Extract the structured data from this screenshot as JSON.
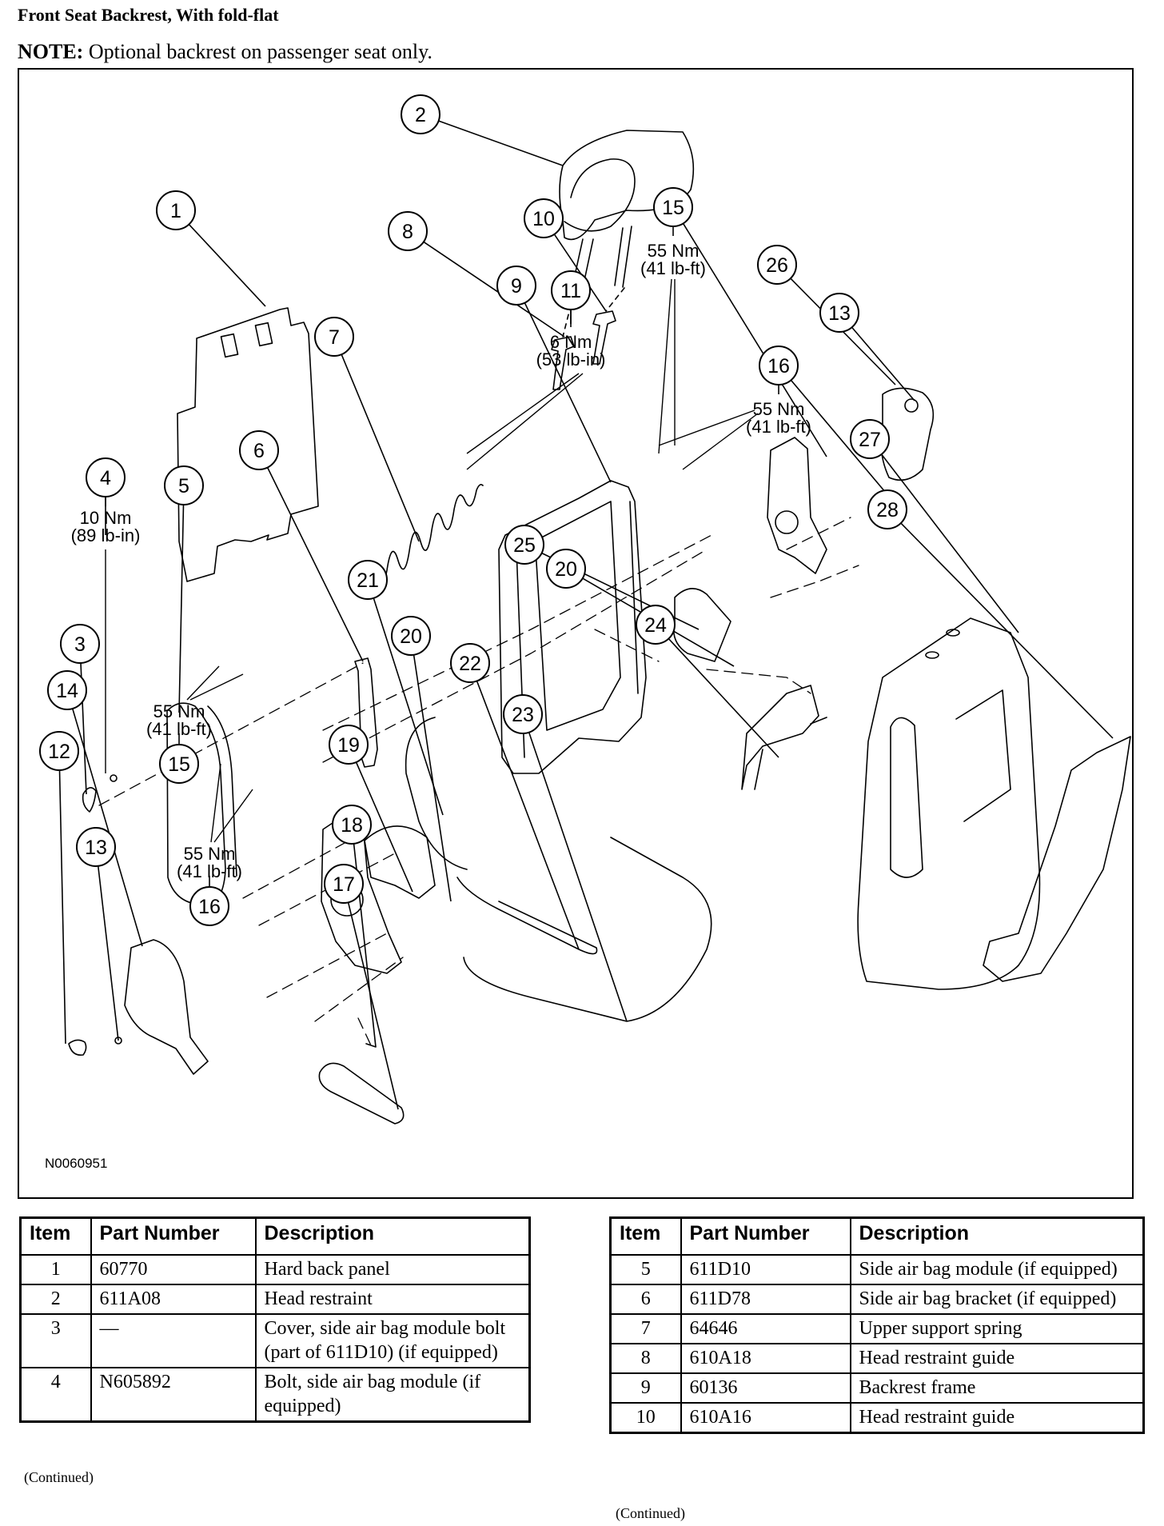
{
  "header": {
    "title": "Front Seat Backrest, With fold-flat",
    "note_label": "NOTE:",
    "note_text": " Optional backrest on passenger seat only."
  },
  "diagram": {
    "figure_id": "N0060951",
    "callouts": [
      {
        "id": "c1",
        "label": "1"
      },
      {
        "id": "c2",
        "label": "2"
      },
      {
        "id": "c3",
        "label": "3"
      },
      {
        "id": "c4",
        "label": "4"
      },
      {
        "id": "c5",
        "label": "5"
      },
      {
        "id": "c6",
        "label": "6"
      },
      {
        "id": "c7",
        "label": "7"
      },
      {
        "id": "c8",
        "label": "8"
      },
      {
        "id": "c9",
        "label": "9"
      },
      {
        "id": "c10",
        "label": "10"
      },
      {
        "id": "c11",
        "label": "11"
      },
      {
        "id": "c12",
        "label": "12"
      },
      {
        "id": "c13a",
        "label": "13"
      },
      {
        "id": "c13b",
        "label": "13"
      },
      {
        "id": "c14",
        "label": "14"
      },
      {
        "id": "c15a",
        "label": "15"
      },
      {
        "id": "c15b",
        "label": "15"
      },
      {
        "id": "c16a",
        "label": "16"
      },
      {
        "id": "c16b",
        "label": "16"
      },
      {
        "id": "c17",
        "label": "17"
      },
      {
        "id": "c18",
        "label": "18"
      },
      {
        "id": "c19",
        "label": "19"
      },
      {
        "id": "c20a",
        "label": "20"
      },
      {
        "id": "c20b",
        "label": "20"
      },
      {
        "id": "c21",
        "label": "21"
      },
      {
        "id": "c22",
        "label": "22"
      },
      {
        "id": "c23",
        "label": "23"
      },
      {
        "id": "c24",
        "label": "24"
      },
      {
        "id": "c25",
        "label": "25"
      },
      {
        "id": "c26",
        "label": "26"
      },
      {
        "id": "c27",
        "label": "27"
      },
      {
        "id": "c28",
        "label": "28"
      }
    ],
    "torque_specs": [
      {
        "id": "t4",
        "item": "4",
        "metric": "10 Nm",
        "imperial": "(89 lb-in)"
      },
      {
        "id": "t11",
        "item": "11",
        "metric": "6 Nm",
        "imperial": "(53 lb-in)"
      },
      {
        "id": "t15a",
        "item": "15",
        "metric": "55 Nm",
        "imperial": "(41 lb-ft)"
      },
      {
        "id": "t15b",
        "item": "15",
        "metric": "55 Nm",
        "imperial": "(41 lb-ft)"
      },
      {
        "id": "t16a",
        "item": "16",
        "metric": "55 Nm",
        "imperial": "(41 lb-ft)"
      },
      {
        "id": "t16b",
        "item": "16",
        "metric": "55 Nm",
        "imperial": "(41 lb-ft)"
      }
    ]
  },
  "tables": {
    "headers": {
      "item": "Item",
      "part_number": "Part Number",
      "description": "Description"
    },
    "left": {
      "rows": [
        {
          "item": "1",
          "part_number": "60770",
          "description": "Hard back panel"
        },
        {
          "item": "2",
          "part_number": "611A08",
          "description": "Head restraint"
        },
        {
          "item": "3",
          "part_number": "—",
          "description": "Cover, side air bag module bolt (part of 611D10) (if equipped)"
        },
        {
          "item": "4",
          "part_number": "N605892",
          "description": "Bolt, side air bag module (if equipped)"
        }
      ],
      "continued": "(Continued)"
    },
    "right": {
      "rows": [
        {
          "item": "5",
          "part_number": "611D10",
          "description": "Side air bag module (if equipped)"
        },
        {
          "item": "6",
          "part_number": "611D78",
          "description": "Side air bag bracket (if equipped)"
        },
        {
          "item": "7",
          "part_number": "64646",
          "description": "Upper support spring"
        },
        {
          "item": "8",
          "part_number": "610A18",
          "description": "Head restraint guide"
        },
        {
          "item": "9",
          "part_number": "60136",
          "description": "Backrest frame"
        },
        {
          "item": "10",
          "part_number": "610A16",
          "description": "Head restraint guide"
        }
      ],
      "continued": "(Continued)"
    }
  }
}
